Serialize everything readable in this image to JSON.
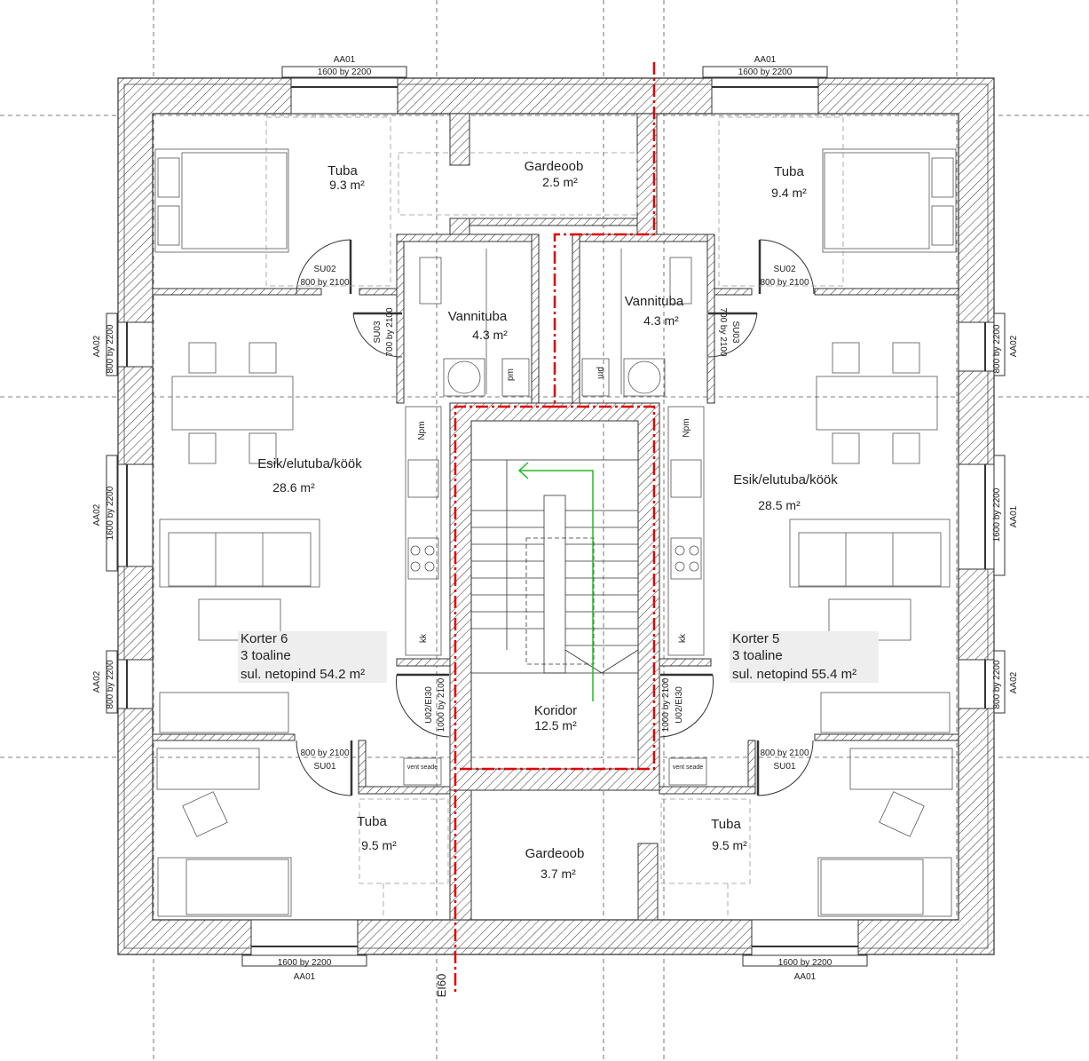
{
  "rooms": {
    "tuba_tl": {
      "name": "Tuba",
      "area": "9.3 m²"
    },
    "gardeoob_top": {
      "name": "Gardeoob",
      "area": "2.5 m²"
    },
    "tuba_tr": {
      "name": "Tuba",
      "area": "9.4 m²"
    },
    "vannituba_l": {
      "name": "Vannituba",
      "area": "4.3 m²"
    },
    "vannituba_r": {
      "name": "Vannituba",
      "area": "4.3 m²"
    },
    "esik_l": {
      "name": "Esik/elutuba/köök",
      "area": "28.6 m²"
    },
    "esik_r": {
      "name": "Esik/elutuba/köök",
      "area": "28.5 m²"
    },
    "koridor": {
      "name": "Koridor",
      "area": "12.5 m²"
    },
    "tuba_bl": {
      "name": "Tuba",
      "area": "9.5 m²"
    },
    "tuba_br": {
      "name": "Tuba",
      "area": "9.5 m²"
    },
    "gardeoob_bottom": {
      "name": "Gardeoob",
      "area": "3.7 m²"
    }
  },
  "apartments": {
    "left": {
      "title": "Korter 6",
      "rooms": "3 toaline",
      "area": "sul. netopind 54.2 m²"
    },
    "right": {
      "title": "Korter 5",
      "rooms": "3 toaline",
      "area": "sul. netopind 55.4 m²"
    }
  },
  "windows": {
    "aa01": "AA01",
    "aa02": "AA02",
    "size_1600": "1600 by 2200",
    "size_800": "800 by 2200"
  },
  "doors": {
    "su02": "SU02",
    "su01": "SU01",
    "su03": "SU03",
    "size_800": "800 by 2100",
    "size_700": "700 by 2100",
    "u02": "U02/EI30",
    "size_1000": "1000 by 2100"
  },
  "fixtures": {
    "npm": "Npm",
    "kk": "kk",
    "pm": "pm",
    "vent": "vent seade"
  },
  "fire_rating": "EI60",
  "colors": {
    "wall": "#333333",
    "fire_line": "#e00000",
    "arrow": "#22bb22",
    "grid": "#555555",
    "label_bg": "#eeeeee"
  }
}
